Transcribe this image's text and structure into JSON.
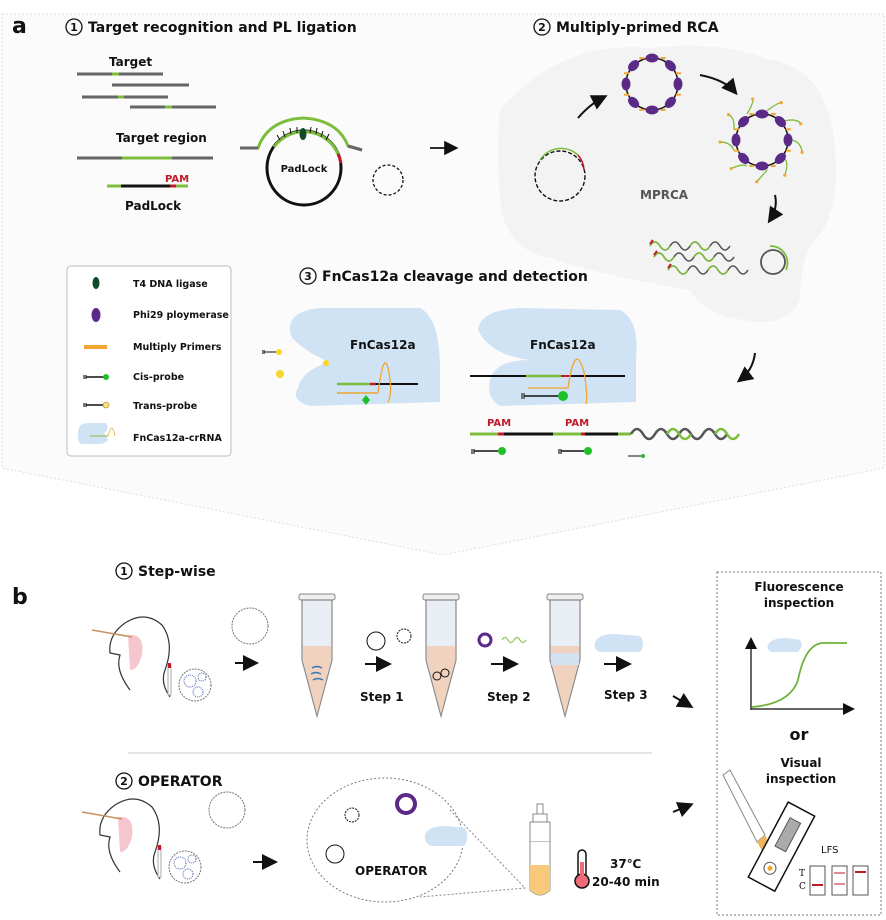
{
  "panel_a": {
    "letter": "a",
    "step1": {
      "num": "1",
      "title": "Target recognition and PL ligation",
      "target_label": "Target",
      "target_region_label": "Target region",
      "padlock_label": "PadLock",
      "pam_label": "PAM",
      "circle_label": "PadLock"
    },
    "step2": {
      "num": "2",
      "title": "Multiply-primed RCA",
      "center_label": "MPRCA"
    },
    "step3": {
      "num": "3",
      "title": "FnCas12a cleavage and detection",
      "enzyme_label_1": "FnCas12a",
      "enzyme_label_2": "FnCas12a",
      "pam_label_1": "PAM",
      "pam_label_2": "PAM"
    },
    "legend": [
      {
        "icon": "t4-ligase-icon",
        "label": "T4 DNA ligase"
      },
      {
        "icon": "phi29-polymerase-icon",
        "label": "Phi29 ploymerase"
      },
      {
        "icon": "primer-icon",
        "label": "Multiply Primers"
      },
      {
        "icon": "cis-probe-icon",
        "label": "Cis-probe"
      },
      {
        "icon": "trans-probe-icon",
        "label": "Trans-probe"
      },
      {
        "icon": "fncas12a-crrna-icon",
        "label": "FnCas12a-crRNA"
      }
    ]
  },
  "panel_b": {
    "letter": "b",
    "stepwise": {
      "num": "1",
      "title": "Step-wise",
      "step1": "Step 1",
      "step2": "Step 2",
      "step3": "Step 3"
    },
    "operator": {
      "num": "2",
      "title": "OPERATOR",
      "bubble_label": "OPERATOR",
      "temperature": "37℃",
      "time": "20-40 min"
    },
    "readout": {
      "fluorescence_title_1": "Fluorescence",
      "fluorescence_title_2": "inspection",
      "or": "or",
      "visual_title_1": "Visual",
      "visual_title_2": "inspection",
      "lfs_label": "LFS",
      "t_label": "T",
      "c_label": "C"
    }
  },
  "colors": {
    "green": "#7cbd3b",
    "dark_gray": "#555555",
    "red": "#c01a2a",
    "purple": "#5b2a86",
    "orange": "#f2a530",
    "ligase": "#0f4a2a",
    "probe_green": "#1fbf2a",
    "enzyme_blue": "#cfe3f5",
    "tube_liquid": "#f0d2be"
  }
}
